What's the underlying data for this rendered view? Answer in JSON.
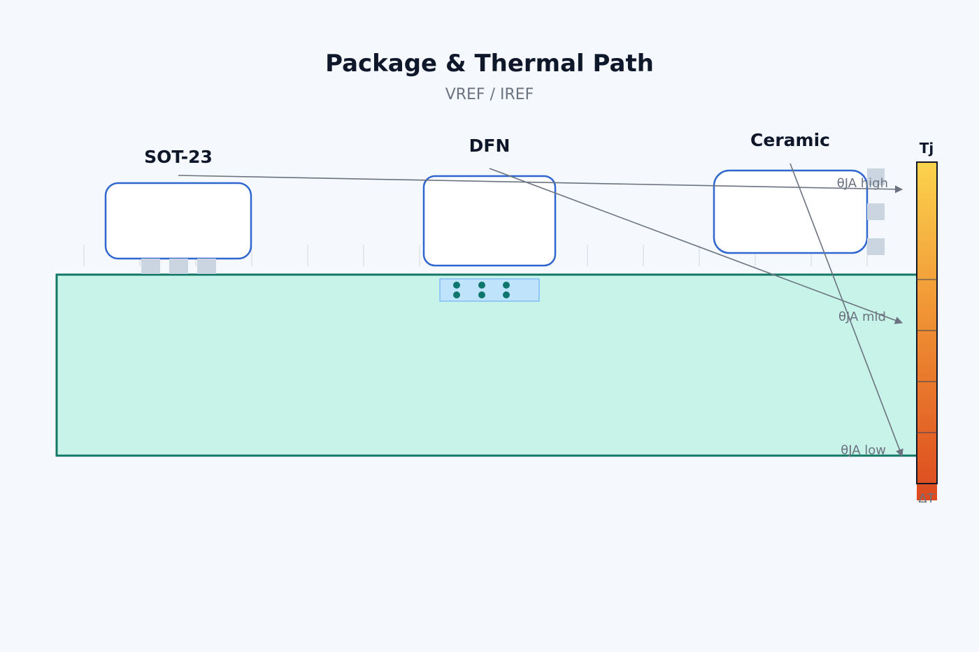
{
  "title": "Package & Thermal Path",
  "subtitle": "VREF / IREF",
  "packages": [
    {
      "name": "SOT-23"
    },
    {
      "name": "DFN"
    },
    {
      "name": "Ceramic"
    }
  ],
  "theta_labels": {
    "high": "θJA high",
    "mid": "θJA mid",
    "low": "θJA low"
  },
  "thermal_bar": {
    "top_label": "Tj",
    "bottom_label": "ΔT",
    "color_top": "#fcd34d",
    "color_bottom": "#dc4a1f"
  },
  "colors": {
    "package_stroke": "#2f66cf",
    "pcb_fill": "#c8f3e9",
    "pcb_stroke": "#137766",
    "via": "#0f766e",
    "pad": "#cbd5e1"
  }
}
